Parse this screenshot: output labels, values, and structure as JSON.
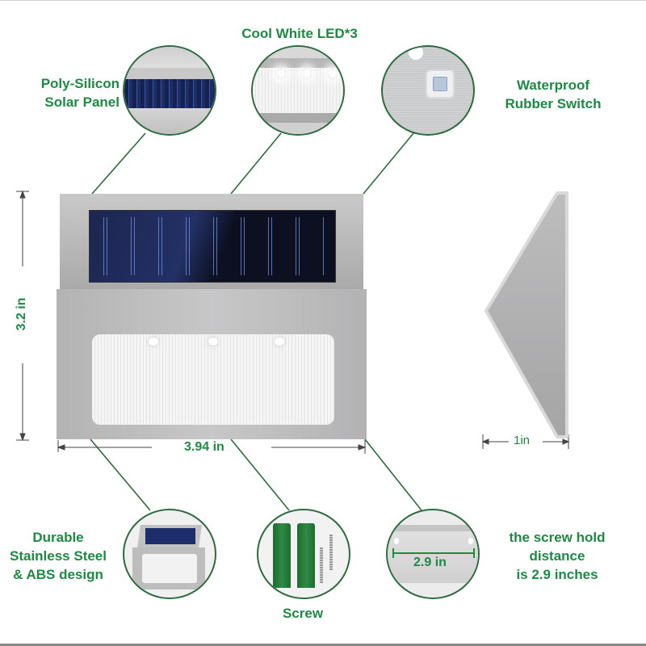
{
  "labels": {
    "solar_panel": [
      "Poly-Silicon",
      "Solar Panel"
    ],
    "led": "Cool White LED*3",
    "switch": [
      "Waterproof",
      "Rubber Switch"
    ],
    "material": [
      "Durable",
      "Stainless Steel",
      "& ABS design"
    ],
    "screw": "Screw",
    "screw_hold": [
      "the screw hold",
      "distance",
      "is 2.9 inches"
    ]
  },
  "dimensions": {
    "height": "3.2 in",
    "width": "3.94 in",
    "depth": "1in",
    "screw_distance": "2.9 in"
  },
  "colors": {
    "text_green": "#1d8a43",
    "circle_border": "#2d6a3e",
    "steel": "#b9b9bb",
    "solar_blue": "#1b2a55"
  }
}
